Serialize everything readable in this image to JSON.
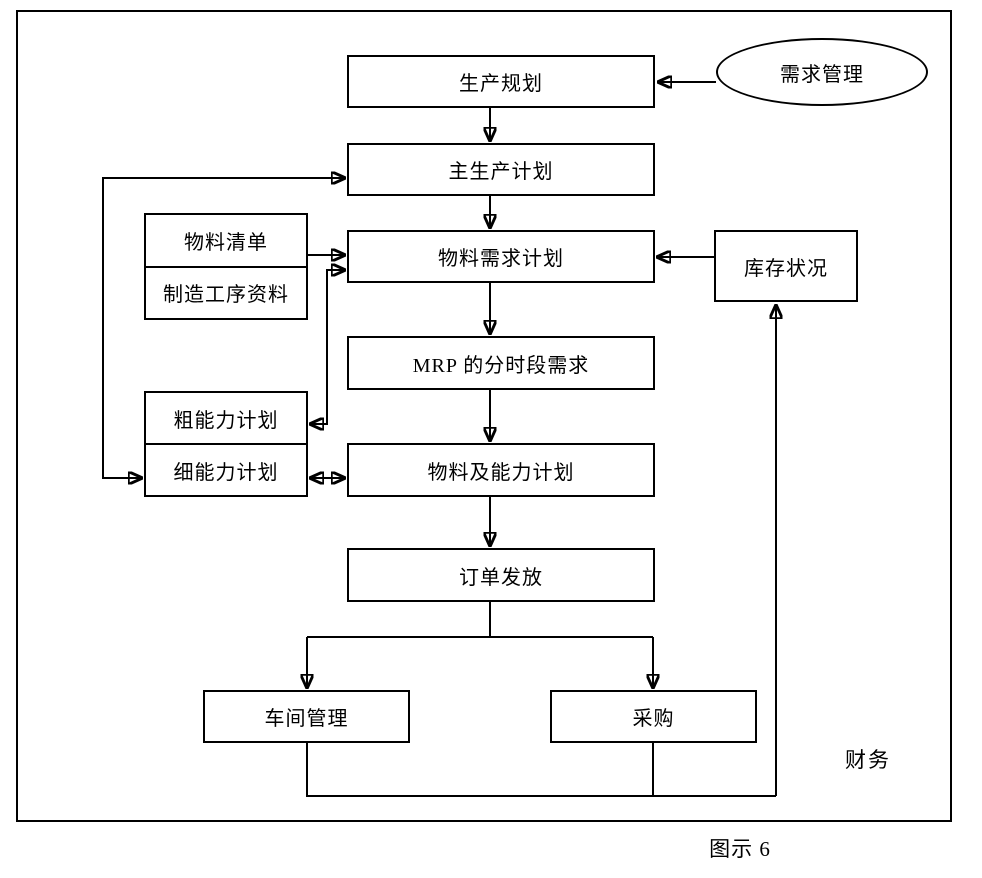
{
  "diagram": {
    "nodes": {
      "demand_management": {
        "label": "需求管理",
        "shape": "ellipse"
      },
      "production_planning": {
        "label": "生产规划",
        "shape": "rect"
      },
      "master_production_schedule": {
        "label": "主生产计划",
        "shape": "rect"
      },
      "bill_of_materials": {
        "label": "物料清单",
        "shape": "rect-cell"
      },
      "manufacturing_process_data": {
        "label": "制造工序资料",
        "shape": "rect-cell"
      },
      "material_requirements_planning": {
        "label": "物料需求计划",
        "shape": "rect"
      },
      "inventory_status": {
        "label": "库存状况",
        "shape": "rect"
      },
      "mrp_time_phased_demand": {
        "label": "MRP 的分时段需求",
        "shape": "rect"
      },
      "rough_cut_capacity_planning": {
        "label": "粗能力计划",
        "shape": "rect-cell"
      },
      "detailed_capacity_planning": {
        "label": "细能力计划",
        "shape": "rect-cell"
      },
      "material_and_capacity_planning": {
        "label": "物料及能力计划",
        "shape": "rect"
      },
      "order_release": {
        "label": "订单发放",
        "shape": "rect"
      },
      "shop_floor_management": {
        "label": "车间管理",
        "shape": "rect"
      },
      "purchasing": {
        "label": "采购",
        "shape": "rect"
      },
      "finance": {
        "label": "财务",
        "shape": "text"
      }
    },
    "edges": [
      {
        "from": "demand_management",
        "to": "production_planning",
        "direction": "one-way"
      },
      {
        "from": "production_planning",
        "to": "master_production_schedule",
        "direction": "one-way"
      },
      {
        "from": "master_production_schedule",
        "to": "material_requirements_planning",
        "direction": "one-way"
      },
      {
        "from": "bill_of_materials",
        "to": "material_requirements_planning",
        "direction": "one-way"
      },
      {
        "from": "inventory_status",
        "to": "material_requirements_planning",
        "direction": "one-way"
      },
      {
        "from": "material_requirements_planning",
        "to": "mrp_time_phased_demand",
        "direction": "one-way"
      },
      {
        "from": "mrp_time_phased_demand",
        "to": "material_and_capacity_planning",
        "direction": "one-way"
      },
      {
        "from": "material_and_capacity_planning",
        "to": "order_release",
        "direction": "one-way"
      },
      {
        "from": "order_release",
        "to": "shop_floor_management",
        "direction": "one-way"
      },
      {
        "from": "order_release",
        "to": "purchasing",
        "direction": "one-way"
      },
      {
        "from": "shop_floor_management",
        "to": "inventory_status",
        "direction": "one-way"
      },
      {
        "from": "purchasing",
        "to": "inventory_status",
        "direction": "one-way"
      },
      {
        "from": "master_production_schedule",
        "to": "detailed_capacity_planning",
        "direction": "two-way"
      },
      {
        "from": "material_requirements_planning",
        "to": "rough_cut_capacity_planning",
        "direction": "two-way"
      },
      {
        "from": "detailed_capacity_planning",
        "to": "material_and_capacity_planning",
        "direction": "two-way"
      }
    ],
    "caption": "图示 6",
    "colors": {
      "line": "#000000",
      "background": "#ffffff",
      "text": "#000000"
    }
  }
}
